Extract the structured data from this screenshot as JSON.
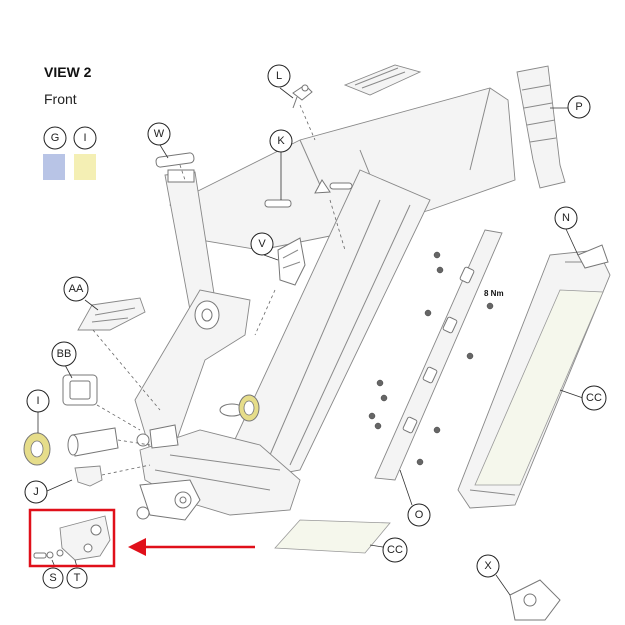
{
  "header": {
    "title": "VIEW 2",
    "subtitle": "Front"
  },
  "colors": {
    "swatch_g": "#b8c4e6",
    "swatch_i": "#f4efb4",
    "seal_yellow": "#e6dd8a",
    "highlight_red": "#e0101a"
  },
  "torque_label": "8 Nm",
  "callouts": {
    "l": "L",
    "p": "P",
    "g": "G",
    "i_top": "I",
    "w": "W",
    "k": "K",
    "v": "V",
    "n": "N",
    "aa": "AA",
    "bb": "BB",
    "i_mid": "I",
    "cc_right": "CC",
    "j": "J",
    "o": "O",
    "cc_bottom": "CC",
    "s": "S",
    "t": "T",
    "x": "X"
  }
}
